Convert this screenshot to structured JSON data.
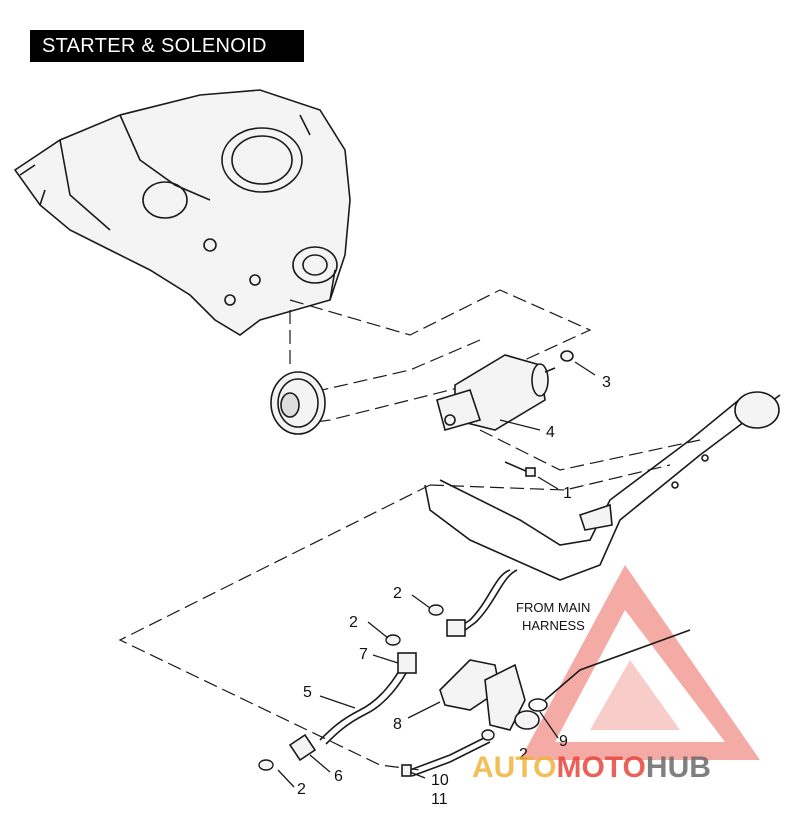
{
  "title": "STARTER & SOLENOID",
  "note_lines": [
    "FROM MAIN",
    "HARNESS"
  ],
  "callouts": [
    "3",
    "4",
    "1",
    "2",
    "2",
    "7",
    "5",
    "8",
    "2",
    "9",
    "6",
    "2",
    "10",
    "11"
  ],
  "watermark": {
    "part1": "AUTO",
    "part2": "MOTO",
    "part3": "HUB"
  },
  "colors": {
    "ink": "#1a1a1a",
    "title_bg": "#000000",
    "wm_red": "#e8463c",
    "wm_orange": "#f2b33a",
    "wm_grey": "#6b6b6b"
  }
}
